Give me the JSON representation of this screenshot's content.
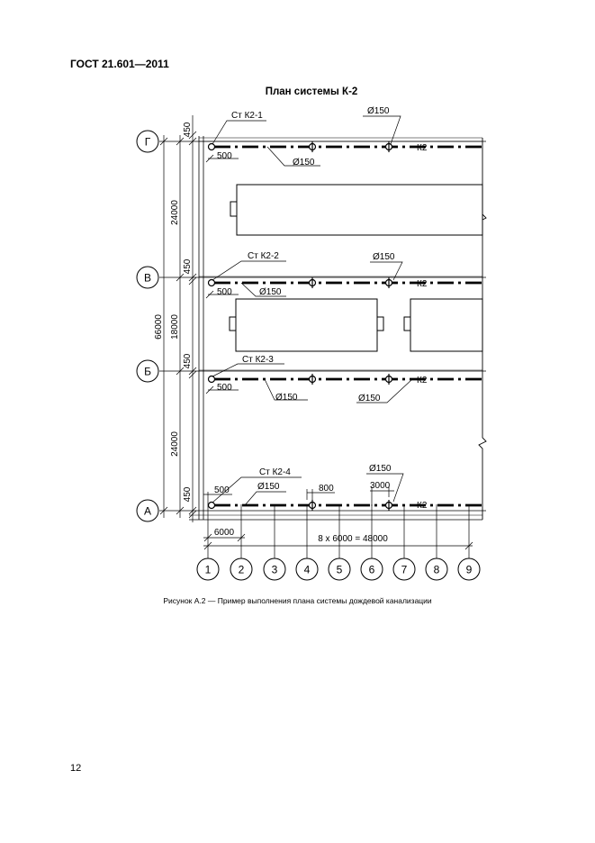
{
  "document": {
    "header": "ГОСТ 21.601—2011",
    "drawing_title": "План системы К-2",
    "caption": "Рисунок А.2 — Пример выполнения плана системы дождевой канализации",
    "page_number": "12"
  },
  "axes": {
    "rows": [
      "Г",
      "В",
      "Б",
      "А"
    ],
    "columns": [
      "1",
      "2",
      "3",
      "4",
      "5",
      "6",
      "7",
      "8",
      "9"
    ]
  },
  "dimensions": {
    "span_g_v": "24000",
    "span_v_b": "18000",
    "span_b_a": "24000",
    "total": "66000",
    "offset_450": "450",
    "offset_500": "500",
    "offset_800": "800",
    "offset_3000": "3000",
    "bay": "6000",
    "total_columns": "8 x 6000 = 48000"
  },
  "labels": {
    "riser_1": "Ст К2-1",
    "riser_2": "Ст К2-2",
    "riser_3": "Ст К2-3",
    "riser_4": "Ст К2-4",
    "diameter": "Ø150",
    "system": "К2"
  }
}
